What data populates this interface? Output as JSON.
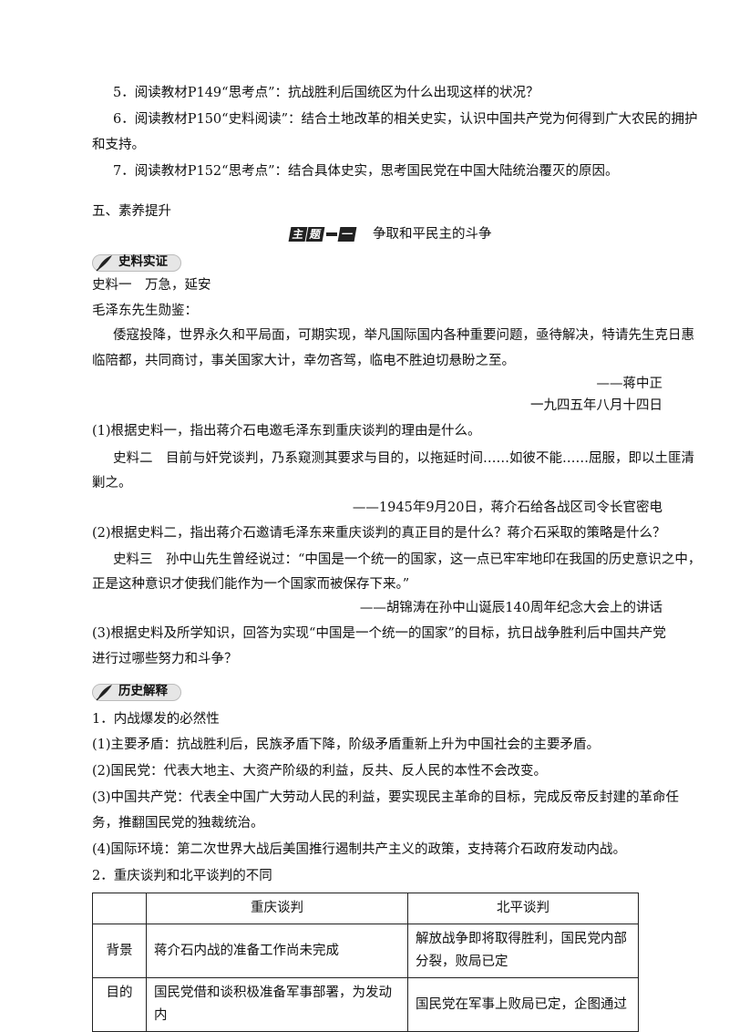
{
  "top_questions": [
    "5．阅读教材P149“思考点”：抗战胜利后国统区为什么出现这样的状况？",
    "6．阅读教材P150“史料阅读”：结合土地改革的相关史实，认识中国共产党为何得到广大农民的拥护",
    "和支持。",
    "7．阅读教材P152“思考点”：结合具体史实，思考国民党在中国大陆统治覆灭的原因。"
  ],
  "section_title": "五、素养提升",
  "theme": {
    "badge_chars": [
      "主",
      "题",
      "一"
    ],
    "title": "争取和平民主的斗争"
  },
  "badge_shiliao": "史料实证",
  "badge_lishi": "历史解释",
  "material1": {
    "heading": "史料一　万急，延安",
    "salutation": "毛泽东先生勋鉴：",
    "body1": "倭寇投降，世界永久和平局面，可期实现，举凡国际国内各种重要问题，亟待解决，特请先生克日惠",
    "body2": "临陪都，共同商讨，事关国家大计，幸勿吝驾，临电不胜迫切悬盼之至。",
    "sign": "——蒋中正",
    "date": "一九四五年八月十四日"
  },
  "q1": "(1)根据史料一，指出蒋介石电邀毛泽东到重庆谈判的理由是什么。",
  "material2": {
    "body1": "史料二　目前与奸党谈判，乃系窥测其要求与目的，以拖延时间……如彼不能……屈服，即以土匪清",
    "body2": "剿之。",
    "source": "——1945年9月20日，蒋介石给各战区司令长官密电"
  },
  "q2": "(2)根据史料二，指出蒋介石邀请毛泽东来重庆谈判的真正目的是什么？蒋介石采取的策略是什么？",
  "material3": {
    "body1": "史料三　孙中山先生曾经说过：“中国是一个统一的国家，这一点已牢牢地印在我国的历史意识之中，",
    "body2": "正是这种意识才使我们能作为一个国家而被保存下来。”",
    "source": "——胡锦涛在孙中山诞辰140周年纪念大会上的讲话"
  },
  "q3": {
    "line1": "(3)根据史料及所学知识，回答为实现“中国是一个统一的国家”的目标，抗日战争胜利后中国共产党",
    "line2": "进行过哪些努力和斗争？"
  },
  "explain": {
    "h1": "1．内战爆发的必然性",
    "p1": "(1)主要矛盾：抗战胜利后，民族矛盾下降，阶级矛盾重新上升为中国社会的主要矛盾。",
    "p2": "(2)国民党：代表大地主、大资产阶级的利益，反共、反人民的本性不会改变。",
    "p3a": "(3)中国共产党：代表全中国广大劳动人民的利益，要实现民主革命的目标，完成反帝反封建的革命任",
    "p3b": "务，推翻国民党的独裁统治。",
    "p4": "(4)国际环境：第二次世界大战后美国推行遏制共产主义的政策，支持蒋介石政府发动内战。",
    "h2": "2．重庆谈判和北平谈判的不同"
  },
  "table": {
    "headers": [
      "",
      "重庆谈判",
      "北平谈判"
    ],
    "rows": [
      {
        "label": "背景",
        "col1": "蒋介石内战的准备工作尚未完成",
        "col2a": "解放战争即将取得胜利，国民党内部",
        "col2b": "分裂，败局已定"
      },
      {
        "label": "目的",
        "col1": "国民党借和谈积极准备军事部署，为发动内",
        "col2a": "国民党在军事上败局已定，企图通过",
        "col2b": ""
      }
    ]
  }
}
